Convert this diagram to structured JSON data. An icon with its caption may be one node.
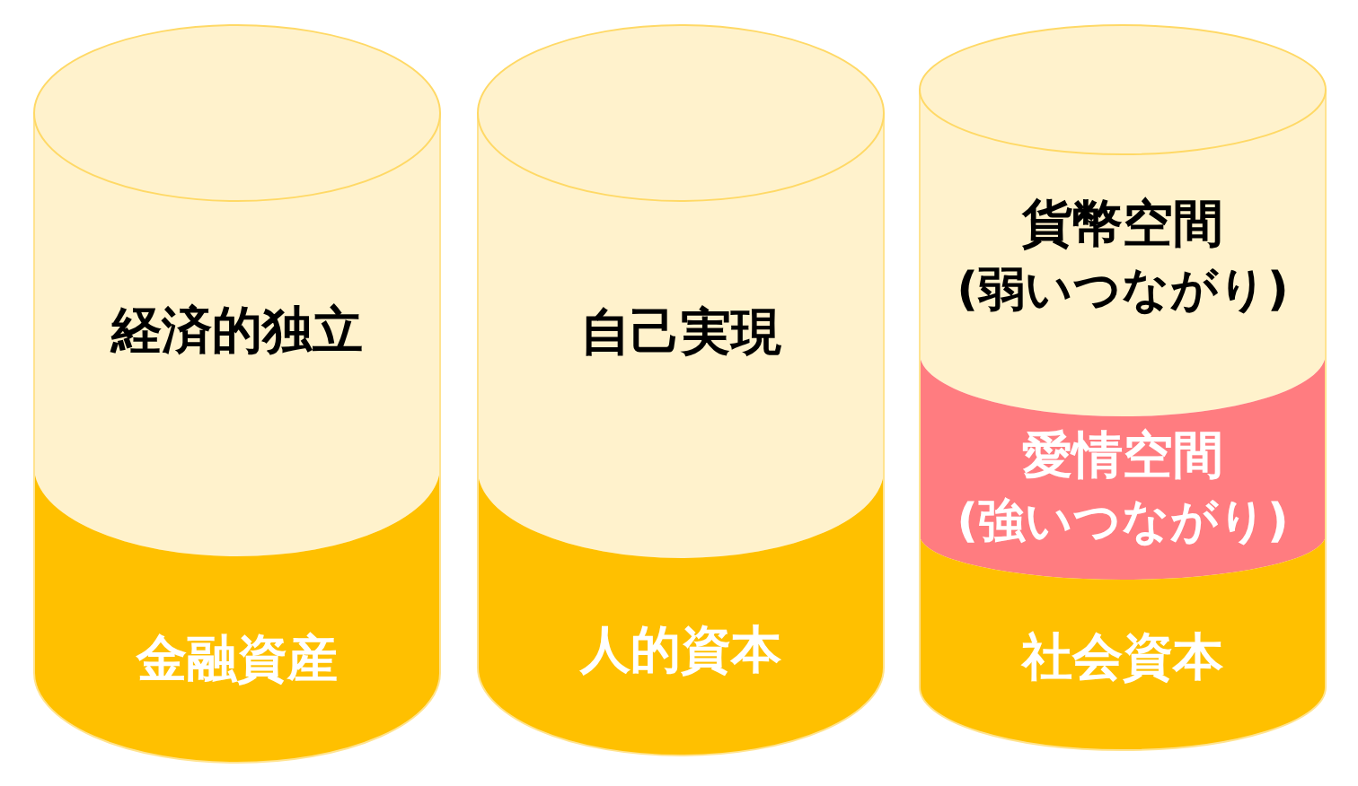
{
  "diagram": {
    "nodes": [
      {
        "text": [],
        "shape": "cylinder"
      },
      {
        "text": [
          "経済的独立"
        ],
        "in": 0
      },
      {
        "text": [
          "金融資産"
        ],
        "in": 0
      },
      {
        "text": [],
        "shape": "cylinder"
      },
      {
        "text": [
          "自己実現"
        ],
        "in": 3
      },
      {
        "text": [
          "人的資本"
        ],
        "in": 3
      },
      {
        "text": [],
        "shape": "cylinder"
      },
      {
        "text": [
          "貨幣空間",
          "(弱いつながり)"
        ],
        "in": 6
      },
      {
        "text": [
          "愛情空間",
          "(強いつながり)"
        ],
        "in": 6
      },
      {
        "text": [
          "社会資本"
        ],
        "in": 6
      }
    ]
  }
}
